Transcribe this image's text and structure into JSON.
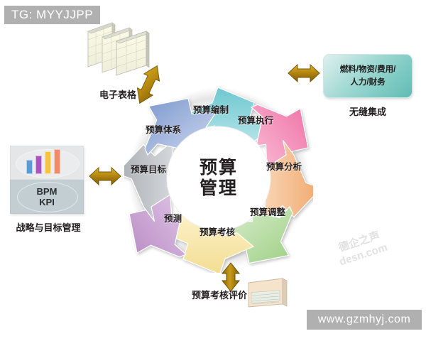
{
  "watermarks": {
    "top_left": "TG: MYYJJPP",
    "bottom_right": "www.gzmhyj.com",
    "diagonal_line1": "德企之声",
    "diagonal_line2": "desn.com"
  },
  "center": {
    "line1": "预算",
    "line2": "管理"
  },
  "cycle": {
    "segments": [
      {
        "label": "预算编制",
        "color": "#7fd2d8",
        "angle": 270
      },
      {
        "label": "预算执行",
        "color": "#f58cb4",
        "angle": 315
      },
      {
        "label": "预算分析",
        "color": "#f4b183",
        "angle": 0
      },
      {
        "label": "预算调整",
        "color": "#b5dba0",
        "angle": 45
      },
      {
        "label": "预算考核",
        "color": "#f7e3a1",
        "angle": 90
      },
      {
        "label": "预测",
        "color": "#c9a0d0",
        "angle": 135
      },
      {
        "label": "预算目标",
        "color": "#bcc0c4",
        "angle": 180
      },
      {
        "label": "预算体系",
        "color": "#8fa8d8",
        "angle": 225
      }
    ]
  },
  "nodes": {
    "spreadsheet": {
      "caption": "电子表格",
      "icon": "spreadsheet-stack-icon"
    },
    "strategy": {
      "caption": "战略与目标管理",
      "kpi_line1": "BPM",
      "kpi_line2": "KPI",
      "icon": "bar-chart-icon",
      "bars": [
        {
          "color": "#5b9bd5",
          "height": 20
        },
        {
          "color": "#a853c0",
          "height": 26
        },
        {
          "color": "#f5c242",
          "height": 32
        },
        {
          "color": "#f08a6a",
          "height": 35
        }
      ]
    },
    "integration": {
      "box_line1": "燃料/物资/费用/",
      "box_line2": "人力/财务",
      "caption": "无缝集成"
    },
    "evaluation": {
      "caption": "预算考核评价",
      "icon": "report-document-icon"
    }
  },
  "connectors": {
    "arrow_color": "#b5880f",
    "top_left_arrow": "diagonal-double-arrow",
    "left_arrow": "horizontal-double-arrow",
    "right_arrow": "horizontal-double-arrow",
    "bottom_arrow": "vertical-double-arrow"
  }
}
